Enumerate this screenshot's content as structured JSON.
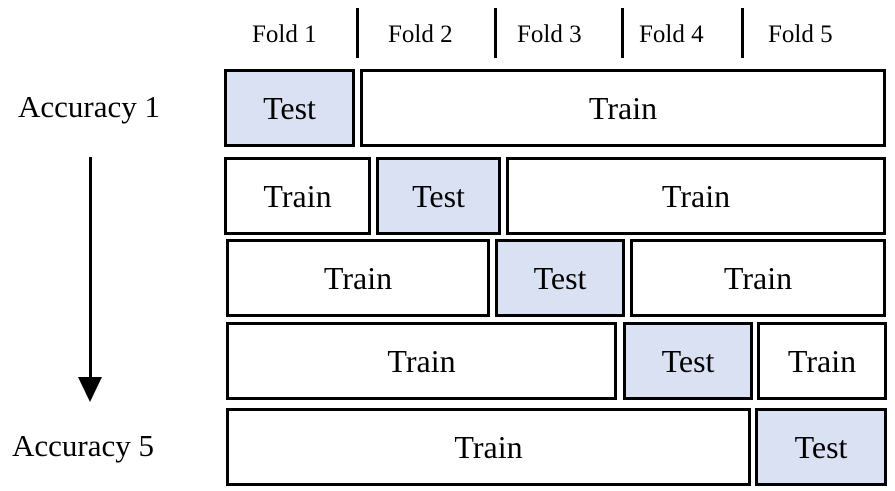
{
  "folds": [
    "Fold 1",
    "Fold 2",
    "Fold 3",
    "Fold 4",
    "Fold 5"
  ],
  "accuracy_first": "Accuracy 1",
  "accuracy_last": "Accuracy 5",
  "train_label": "Train",
  "test_label": "Test",
  "colors": {
    "test_fill": "#d9e1f2",
    "train_fill": "#ffffff",
    "border": "#000000"
  }
}
